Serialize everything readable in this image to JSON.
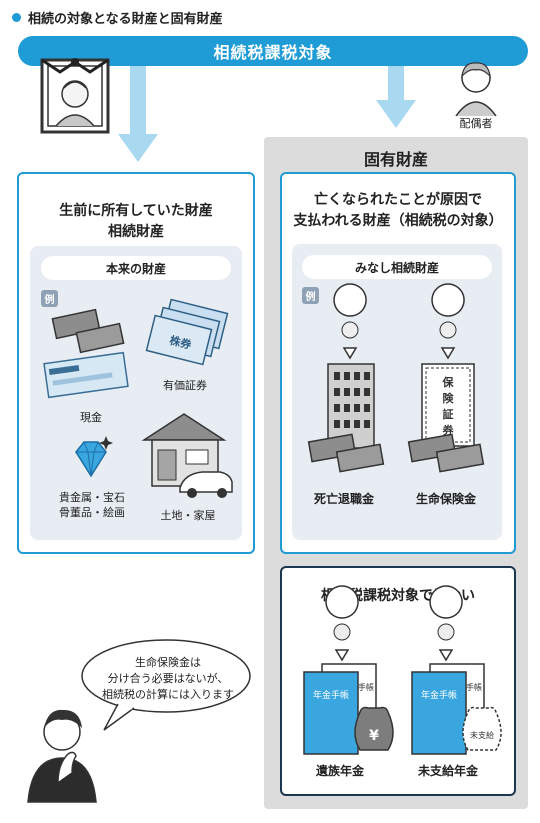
{
  "header": {
    "title": "相続の対象となる財産と固有財産"
  },
  "banner": {
    "label": "相続税課税対象"
  },
  "spouse": {
    "label": "配偶者"
  },
  "inherited": {
    "heading_line1": "生前に所有していた財産",
    "heading_line2": "相続財産",
    "pill": "本来の財産",
    "example_badge": "例",
    "items": {
      "cash": "現金",
      "securities": "有価証券",
      "precious_line1": "貴金属・宝石",
      "precious_line2": "骨董品・絵画",
      "land": "土地・家屋"
    },
    "securities_ticket_text": "株券"
  },
  "own_property": {
    "panel_title": "固有財産",
    "deemed": {
      "heading_line1": "亡くなられたことが原因で",
      "heading_line2": "支払われる財産（相続税の対象）",
      "pill": "みなし相続財産",
      "example_badge": "例",
      "retirement": "死亡退職金",
      "insurance": "生命保険金",
      "policy_chars": [
        "保",
        "険",
        "証",
        "券"
      ]
    },
    "not_taxable": {
      "heading": "相続税課税対象ではない",
      "bereaved_pension": "遺族年金",
      "unpaid_pension": "未支給年金",
      "pension_book_text": "年金手帳",
      "pension_book_back": "手帳",
      "yen_sign": "¥",
      "unpaid_bag_text": "未支給"
    }
  },
  "speech": {
    "line1": "生命保険金は",
    "line2": "分け合う必要はないが、",
    "line3": "相続税の計算には入ります"
  },
  "colors": {
    "accent": "#1f9bd6",
    "navy": "#1c3550",
    "panel_gray": "#dcdcdc",
    "inner": "#e7edf3"
  }
}
